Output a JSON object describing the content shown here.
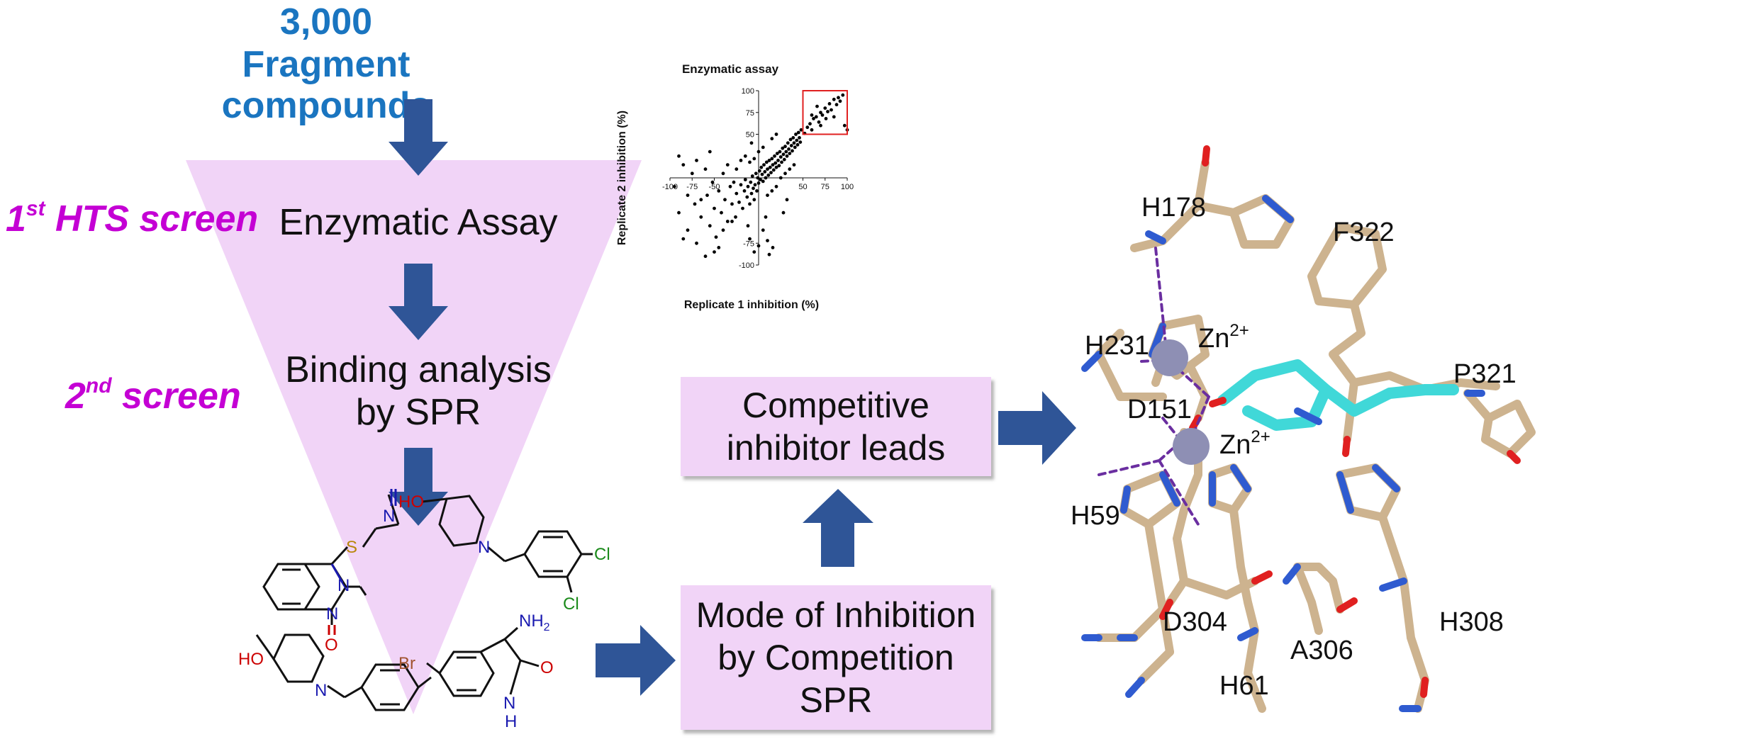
{
  "header": {
    "count": "3,000",
    "subtitle": "Fragment compounds"
  },
  "screens": {
    "first": {
      "ord": "1",
      "sup": "st",
      "text": " HTS screen"
    },
    "second": {
      "ord": "2",
      "sup": "nd",
      "text": " screen"
    }
  },
  "steps": {
    "enzymatic": "Enzymatic Assay",
    "binding_line1": "Binding analysis",
    "binding_line2": "by SPR"
  },
  "boxes": {
    "competitive": "Competitive\ninhibitor leads",
    "mode": "Mode of Inhibition\nby Competition\nSPR"
  },
  "chemistry": {
    "n_top": "N",
    "s": "S",
    "n_ring1": "N",
    "n_ring2": "N",
    "o": "O",
    "ho1": "HO",
    "n_pip1": "N",
    "cl1": "Cl",
    "cl2": "Cl",
    "ho2": "HO",
    "n_pip2": "N",
    "br": "Br",
    "nh2": "NH",
    "nh2_sub": "2",
    "o2": "O",
    "nh": "N",
    "nh_h": "H"
  },
  "chart_data": {
    "type": "scatter",
    "title": "Enzymatic assay",
    "xlabel": "Replicate 1 inhibition (%)",
    "ylabel": "Replicate 2 inhibition (%)",
    "xlim": [
      -100,
      100
    ],
    "ylim": [
      -100,
      100
    ],
    "xticks": [
      -100,
      -75,
      -50,
      50,
      75,
      100
    ],
    "yticks": [
      100,
      75,
      50,
      -75,
      -100
    ],
    "x_tick_labels": [
      "-100",
      "-75",
      "-50",
      "50",
      "75",
      "100"
    ],
    "y_tick_labels": [
      "100",
      "75",
      "50",
      "-75",
      "-100"
    ],
    "highlight_box": {
      "x": [
        50,
        100
      ],
      "y": [
        50,
        100
      ],
      "color": "#e02020"
    },
    "series": [
      {
        "points": [
          [
            -95,
            -10
          ],
          [
            -90,
            -40
          ],
          [
            -85,
            15
          ],
          [
            -80,
            -60
          ],
          [
            -75,
            5
          ],
          [
            -72,
            -30
          ],
          [
            -70,
            -75
          ],
          [
            -65,
            -45
          ],
          [
            -60,
            10
          ],
          [
            -58,
            -20
          ],
          [
            -55,
            -55
          ],
          [
            -52,
            -5
          ],
          [
            -50,
            -35
          ],
          [
            -48,
            -68
          ],
          [
            -45,
            -15
          ],
          [
            -42,
            -40
          ],
          [
            -40,
            5
          ],
          [
            -38,
            -25
          ],
          [
            -35,
            -50
          ],
          [
            -32,
            -10
          ],
          [
            -30,
            -30
          ],
          [
            -28,
            -5
          ],
          [
            -26,
            -45
          ],
          [
            -25,
            -18
          ],
          [
            -22,
            -28
          ],
          [
            -20,
            -8
          ],
          [
            -18,
            -35
          ],
          [
            -16,
            -15
          ],
          [
            -15,
            -2
          ],
          [
            -13,
            -22
          ],
          [
            -12,
            -10
          ],
          [
            -10,
            -30
          ],
          [
            -9,
            -5
          ],
          [
            -8,
            -18
          ],
          [
            -7,
            2
          ],
          [
            -6,
            -12
          ],
          [
            -5,
            -25
          ],
          [
            -4,
            -8
          ],
          [
            -3,
            5
          ],
          [
            -2,
            -15
          ],
          [
            -1,
            0
          ],
          [
            0,
            -6
          ],
          [
            1,
            8
          ],
          [
            2,
            -2
          ],
          [
            3,
            12
          ],
          [
            4,
            4
          ],
          [
            5,
            -4
          ],
          [
            6,
            15
          ],
          [
            7,
            7
          ],
          [
            8,
            0
          ],
          [
            9,
            18
          ],
          [
            10,
            10
          ],
          [
            11,
            3
          ],
          [
            12,
            20
          ],
          [
            13,
            12
          ],
          [
            14,
            6
          ],
          [
            15,
            22
          ],
          [
            16,
            15
          ],
          [
            17,
            9
          ],
          [
            18,
            25
          ],
          [
            19,
            17
          ],
          [
            20,
            12
          ],
          [
            21,
            28
          ],
          [
            22,
            20
          ],
          [
            23,
            14
          ],
          [
            24,
            30
          ],
          [
            25,
            24
          ],
          [
            26,
            18
          ],
          [
            27,
            34
          ],
          [
            28,
            27
          ],
          [
            29,
            21
          ],
          [
            30,
            36
          ],
          [
            31,
            30
          ],
          [
            32,
            25
          ],
          [
            33,
            40
          ],
          [
            34,
            33
          ],
          [
            35,
            28
          ],
          [
            36,
            44
          ],
          [
            37,
            37
          ],
          [
            38,
            31
          ],
          [
            39,
            46
          ],
          [
            40,
            40
          ],
          [
            41,
            35
          ],
          [
            42,
            50
          ],
          [
            43,
            43
          ],
          [
            44,
            38
          ],
          [
            45,
            52
          ],
          [
            46,
            46
          ],
          [
            47,
            41
          ],
          [
            48,
            55
          ],
          [
            -20,
            20
          ],
          [
            -15,
            25
          ],
          [
            -10,
            18
          ],
          [
            -5,
            22
          ],
          [
            0,
            30
          ],
          [
            5,
            35
          ],
          [
            10,
            -20
          ],
          [
            15,
            -15
          ],
          [
            20,
            -10
          ],
          [
            25,
            0
          ],
          [
            30,
            5
          ],
          [
            35,
            10
          ],
          [
            40,
            15
          ],
          [
            -25,
            10
          ],
          [
            -30,
            -50
          ],
          [
            -35,
            15
          ],
          [
            -40,
            -60
          ],
          [
            -45,
            -80
          ],
          [
            -10,
            -70
          ],
          [
            -5,
            -85
          ],
          [
            0,
            -78
          ],
          [
            5,
            -60
          ],
          [
            10,
            -72
          ],
          [
            -60,
            -90
          ],
          [
            -65,
            -25
          ],
          [
            -70,
            20
          ],
          [
            -80,
            -20
          ],
          [
            -85,
            -70
          ],
          [
            -90,
            25
          ],
          [
            -55,
            30
          ],
          [
            -50,
            -85
          ],
          [
            15,
            45
          ],
          [
            20,
            50
          ],
          [
            -8,
            40
          ],
          [
            -12,
            -55
          ],
          [
            28,
            -40
          ],
          [
            32,
            -25
          ],
          [
            8,
            -45
          ],
          [
            12,
            -88
          ],
          [
            16,
            -80
          ],
          [
            55,
            58
          ],
          [
            58,
            62
          ],
          [
            60,
            55
          ],
          [
            62,
            68
          ],
          [
            65,
            70
          ],
          [
            68,
            64
          ],
          [
            70,
            75
          ],
          [
            72,
            72
          ],
          [
            75,
            80
          ],
          [
            78,
            76
          ],
          [
            80,
            85
          ],
          [
            82,
            78
          ],
          [
            85,
            90
          ],
          [
            88,
            84
          ],
          [
            90,
            92
          ],
          [
            92,
            88
          ],
          [
            95,
            95
          ],
          [
            60,
            72
          ],
          [
            70,
            60
          ],
          [
            85,
            70
          ],
          [
            97,
            60
          ],
          [
            100,
            55
          ],
          [
            52,
            51
          ],
          [
            66,
            82
          ],
          [
            76,
            68
          ]
        ]
      }
    ]
  }
}
